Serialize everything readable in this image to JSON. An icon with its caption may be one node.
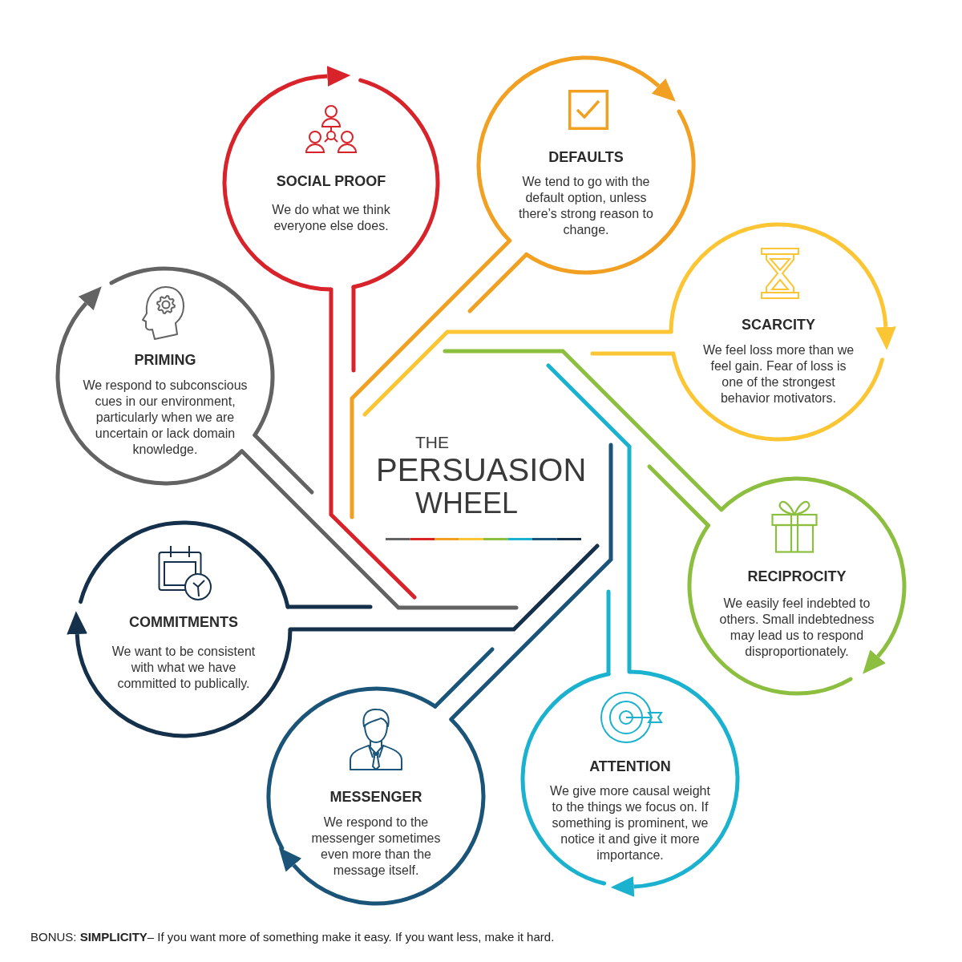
{
  "diagram": {
    "title": "THE PERSUASION WHEEL",
    "caption": "BONUS: **SIMPLICITY**– If you want more of something make it easy. If you want less, make it hard.",
    "nodes": [
      {
        "text": [
          "SOCIAL PROOF",
          "We do what we think everyone else does."
        ]
      },
      {
        "text": [
          "DEFAULTS",
          "We tend to go with the default option, unless there’s strong reason to change."
        ]
      },
      {
        "text": [
          "SCARCITY",
          "We feel loss more than we feel gain. Fear of loss is one of the strongest behavior motivators."
        ]
      },
      {
        "text": [
          "RECIPROCITY",
          "We easily feel indebted to others. Small indebtedness may lead us to respond disproportionately."
        ]
      },
      {
        "text": [
          "ATTENTION",
          "We give more causal weight to the things we focus on. If something is prominent, we notice it and give it more importance."
        ]
      },
      {
        "text": [
          "MESSENGER",
          "We respond to the messenger sometimes even more than the message itself."
        ]
      },
      {
        "text": [
          "COMMITMENTS",
          "We want to be consistent with what we have committed to publically."
        ]
      },
      {
        "text": [
          "PRIMING",
          "We respond to subconscious cues in our environment, particularly when we are uncertain or lack domain knowledge."
        ]
      }
    ]
  }
}
